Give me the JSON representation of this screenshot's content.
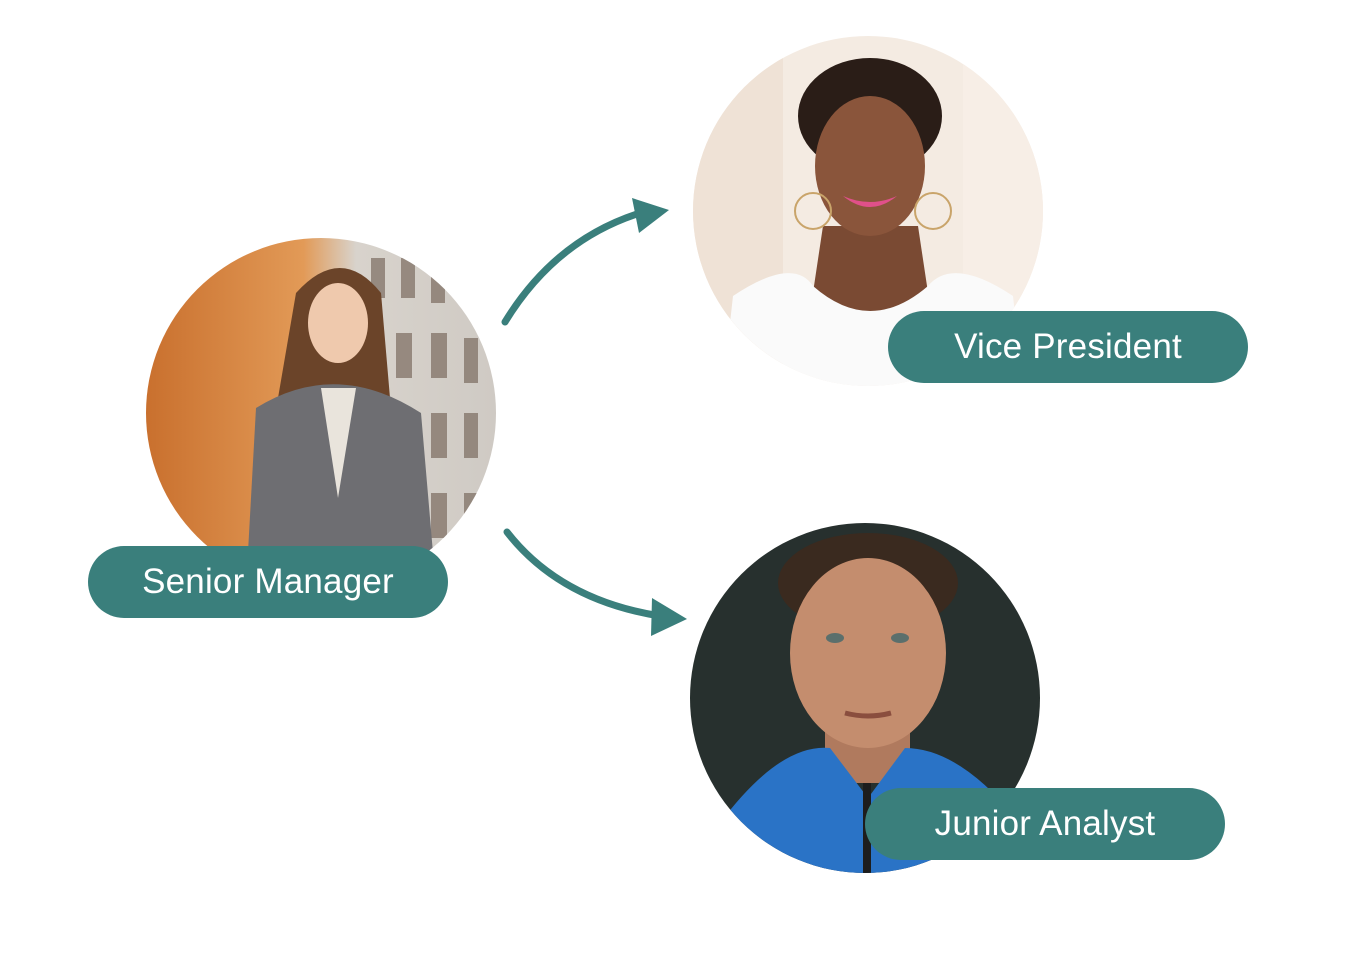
{
  "diagram": {
    "type": "career-path",
    "accent_color": "#3a7f7c",
    "nodes": [
      {
        "id": "senior-manager",
        "label": "Senior Manager",
        "role": "current"
      },
      {
        "id": "vice-president",
        "label": "Vice President",
        "role": "promotion"
      },
      {
        "id": "junior-analyst",
        "label": "Junior Analyst",
        "role": "demotion"
      }
    ],
    "edges": [
      {
        "from": "senior-manager",
        "to": "vice-president",
        "icon": "curved-arrow-up-right-icon"
      },
      {
        "from": "senior-manager",
        "to": "junior-analyst",
        "icon": "curved-arrow-down-right-icon"
      }
    ]
  }
}
